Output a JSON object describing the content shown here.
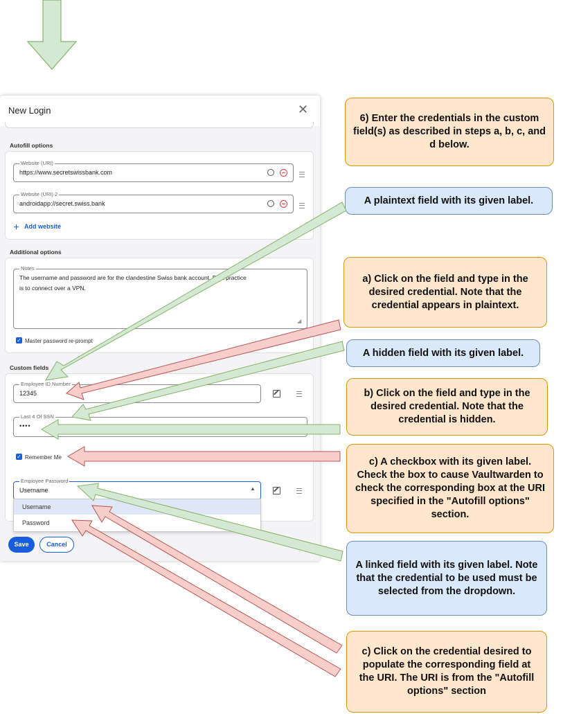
{
  "dialog": {
    "title": "New Login",
    "autofill_title": "Autofill options",
    "website1_label": "Website (URI)",
    "website1_value": "https://www.secretswissbank.com",
    "website2_label": "Website (URI) 2",
    "website2_value": "androidapp://secret.swiss.bank",
    "add_website": "Add website",
    "additional_title": "Additional options",
    "notes_label": "Notes",
    "notes_line1": "The username and password are for the clandestine Swiss bank account.  Best practice",
    "notes_line2": "is to connect over a VPN.",
    "reprompt_label": "Master password re-prompt",
    "custom_title": "Custom fields",
    "emp_id_label": "Employee ID Number",
    "emp_id_value": "12345",
    "ssn_label": "Last 4 Of SSN",
    "ssn_value": "••••",
    "remember_label": "Remember Me",
    "emp_pw_label": "Employee Password",
    "emp_pw_value": "Username",
    "dropdown_options": [
      "Username",
      "Password"
    ],
    "save": "Save",
    "cancel": "Cancel"
  },
  "callouts": {
    "step6": "6) Enter the credentials in the custom field(s) as described in steps a, b, c, and d below.",
    "plaintext": "A plaintext field with its given label.",
    "a": "a) Click on the field and type in the desired credential.  Note that the credential appears in plaintext.",
    "hidden": "A hidden field with its given label.",
    "b": "b) Click on the field and type in the desired credential.  Note that the credential is hidden.",
    "c_checkbox": "c) A checkbox with its given label.  Check the box to cause Vaultwarden to check the corresponding box at the URI specified in the \"Autofill options\" section.",
    "linked": "A linked field with its given label.  Note that the credential to be used must be selected from the dropdown.",
    "c_click": "c) Click on the credential desired to populate the corresponding field at the URI.  The URI is from the \"Autofill options\" section"
  },
  "colors": {
    "orange_fill": "#ffe6cc",
    "orange_border": "#d79b00",
    "blue_fill": "#dae8fc",
    "blue_border": "#6c8ebf",
    "green_arrow_fill": "#d5e8d4",
    "green_arrow_border": "#82b366",
    "red_arrow_fill": "#f8cecc",
    "red_arrow_border": "#b85450",
    "accent": "#175ddc"
  },
  "icons": [
    "down-arrow-icon",
    "close-icon",
    "gear-icon",
    "remove-icon",
    "drag-handle-icon",
    "plus-icon",
    "edit-icon",
    "checkbox-icon",
    "caret-up-icon"
  ]
}
